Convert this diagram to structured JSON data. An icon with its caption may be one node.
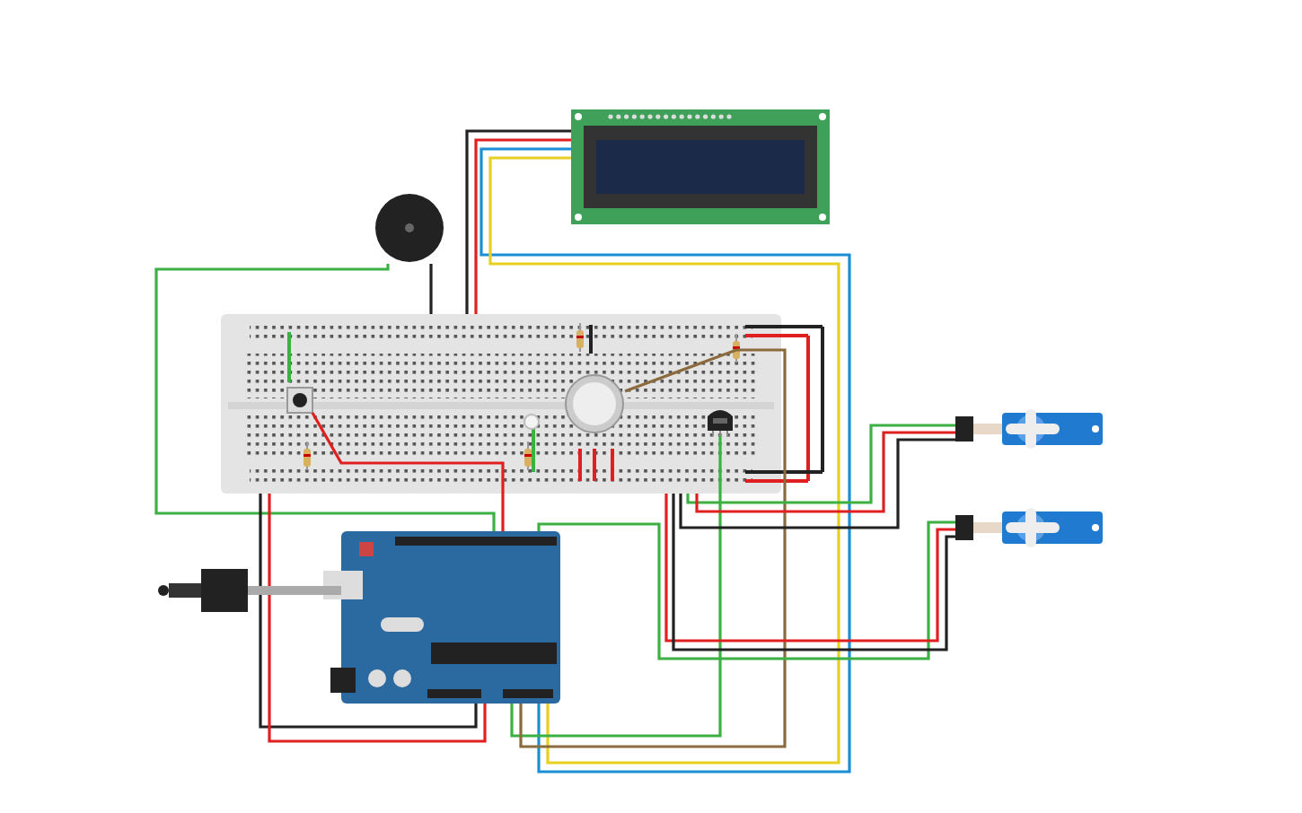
{
  "diagram": {
    "nodes": [
      {
        "text": [],
        "shape": "picture"
      },
      {
        "text": [],
        "shape": "picture"
      },
      {
        "text": [],
        "shape": "picture"
      },
      {
        "text": [],
        "shape": "picture",
        "in": 2
      },
      {
        "text": [],
        "shape": "picture",
        "in": 2
      },
      {
        "text": [],
        "shape": "picture",
        "in": 2
      },
      {
        "text": [],
        "shape": "picture"
      },
      {
        "text": [],
        "shape": "picture"
      },
      {
        "text": [],
        "shape": "picture"
      },
      {
        "text": [],
        "shape": "picture"
      }
    ],
    "edges": [
      {
        "from": 0,
        "to": 2,
        "arrow": "none",
        "color": "#222222"
      },
      {
        "from": 0,
        "to": 2,
        "arrow": "none",
        "color": "#e02020"
      },
      {
        "from": 0,
        "to": 8,
        "arrow": "none",
        "color": "#1a8fd6"
      },
      {
        "from": 0,
        "to": 8,
        "arrow": "none",
        "color": "#e8d020"
      },
      {
        "from": 1,
        "to": 2,
        "arrow": "none",
        "color": "#222222"
      },
      {
        "from": 1,
        "to": 8,
        "arrow": "none",
        "color": "#3cb043"
      },
      {
        "from": 3,
        "to": 8,
        "arrow": "none",
        "color": "#e02020"
      },
      {
        "from": 2,
        "to": 8,
        "arrow": "none",
        "color": "#222222"
      },
      {
        "from": 2,
        "to": 8,
        "arrow": "none",
        "color": "#e02020"
      },
      {
        "from": 5,
        "to": 8,
        "arrow": "none",
        "color": "#3cb043"
      },
      {
        "from": 4,
        "to": 8,
        "arrow": "none",
        "color": "#8b6a3e"
      },
      {
        "from": 6,
        "to": 2,
        "arrow": "none",
        "color": "#3cb043"
      },
      {
        "from": 6,
        "to": 2,
        "arrow": "none",
        "color": "#e02020"
      },
      {
        "from": 6,
        "to": 2,
        "arrow": "none",
        "color": "#222222"
      },
      {
        "from": 7,
        "to": 8,
        "arrow": "none",
        "color": "#3cb043"
      },
      {
        "from": 7,
        "to": 2,
        "arrow": "none",
        "color": "#e02020"
      },
      {
        "from": 7,
        "to": 2,
        "arrow": "none",
        "color": "#222222"
      },
      {
        "from": 9,
        "to": 8,
        "arrow": "none",
        "style": "thick",
        "color": "#aaaaaa"
      }
    ]
  }
}
